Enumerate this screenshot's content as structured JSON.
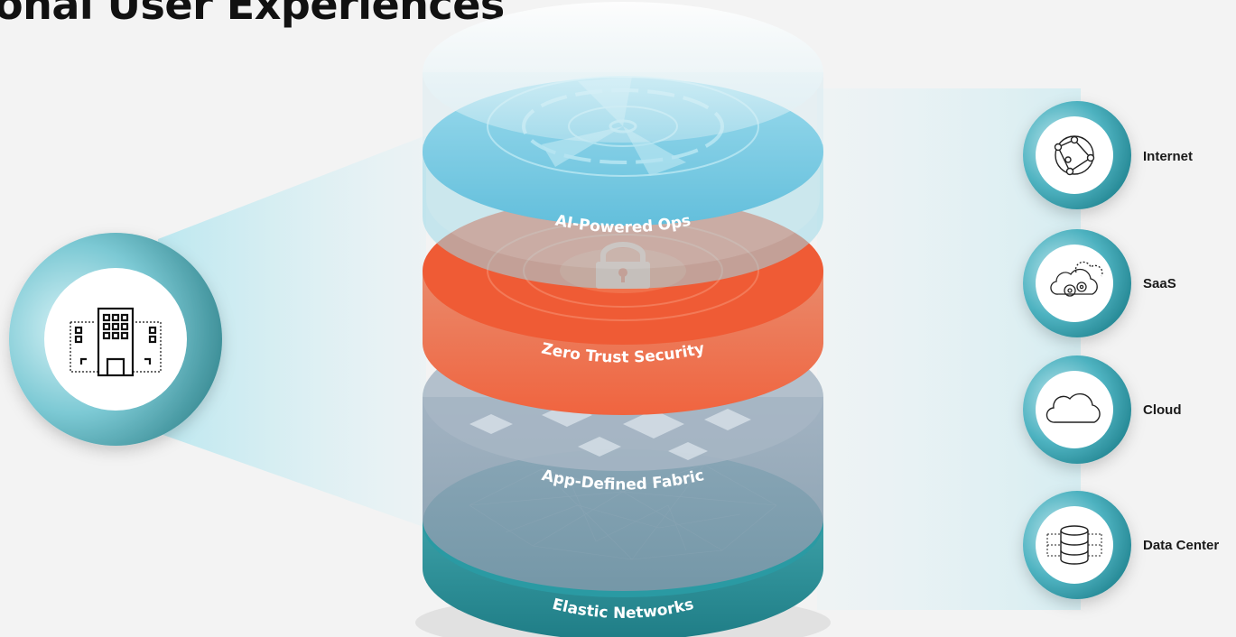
{
  "header": {
    "title": "onal User Experiences"
  },
  "colors": {
    "background": "#f3f3f3",
    "ai_layer": "#2eb2d8",
    "security_layer": "#f05a35",
    "fabric_layer": "#8ea2b3",
    "network_layer": "#1f8f98",
    "circle_ring": "#1e8c96"
  },
  "stack": {
    "layers": [
      {
        "label": "AI-Powered Ops",
        "icon": "radar-icon"
      },
      {
        "label": "Zero Trust Security",
        "icon": "lock-icon"
      },
      {
        "label": "App-Defined Fabric",
        "icon": "tiles-icon"
      },
      {
        "label": "Elastic Networks",
        "icon": "mesh-icon"
      }
    ]
  },
  "source": {
    "icon": "building-icon"
  },
  "destinations": [
    {
      "label": "Internet",
      "icon": "globe-network-icon"
    },
    {
      "label": "SaaS",
      "icon": "cloud-gears-icon"
    },
    {
      "label": "Cloud",
      "icon": "cloud-icon"
    },
    {
      "label": "Data Center",
      "icon": "database-icon"
    }
  ]
}
